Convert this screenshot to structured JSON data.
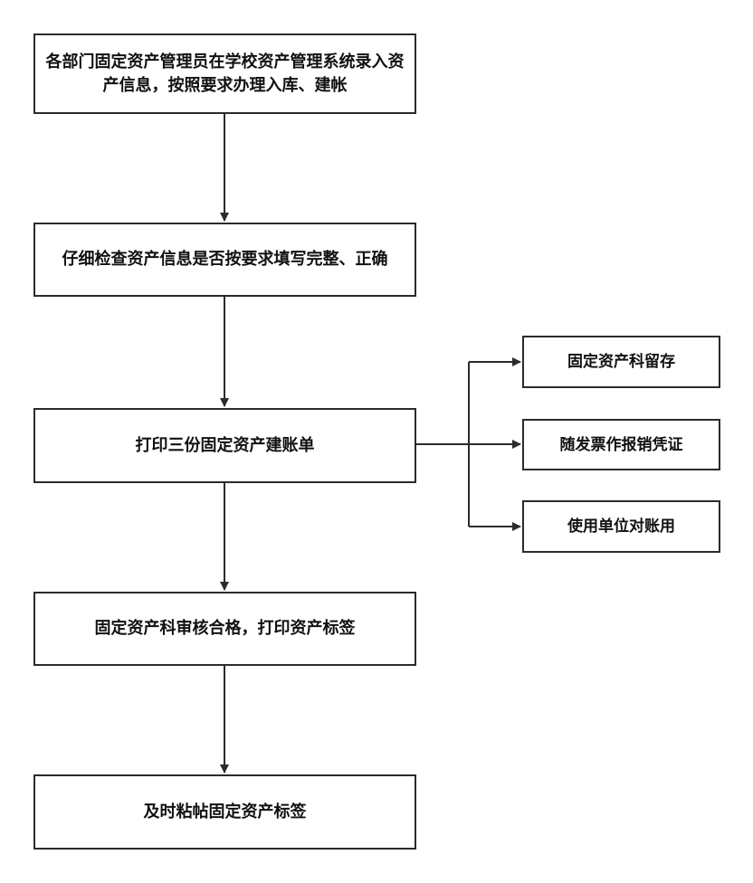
{
  "colors": {
    "stroke": "#2b2b2b",
    "text": "#111111",
    "background": "#ffffff"
  },
  "steps": [
    {
      "id": "step-1",
      "text": "各部门固定资产管理员在学校资产管理系统录入资产信息，按照要求办理入库、建帐"
    },
    {
      "id": "step-2",
      "text": "仔细检查资产信息是否按要求填写完整、正确"
    },
    {
      "id": "step-3",
      "text": "打印三份固定资产建账单"
    },
    {
      "id": "step-4",
      "text": "固定资产科审核合格，打印资产标签"
    },
    {
      "id": "step-5",
      "text": "及时粘帖固定资产标签"
    }
  ],
  "copies": [
    {
      "id": "copy-1",
      "text": "固定资产科留存"
    },
    {
      "id": "copy-2",
      "text": "随发票作报销凭证"
    },
    {
      "id": "copy-3",
      "text": "使用单位对账用"
    }
  ]
}
